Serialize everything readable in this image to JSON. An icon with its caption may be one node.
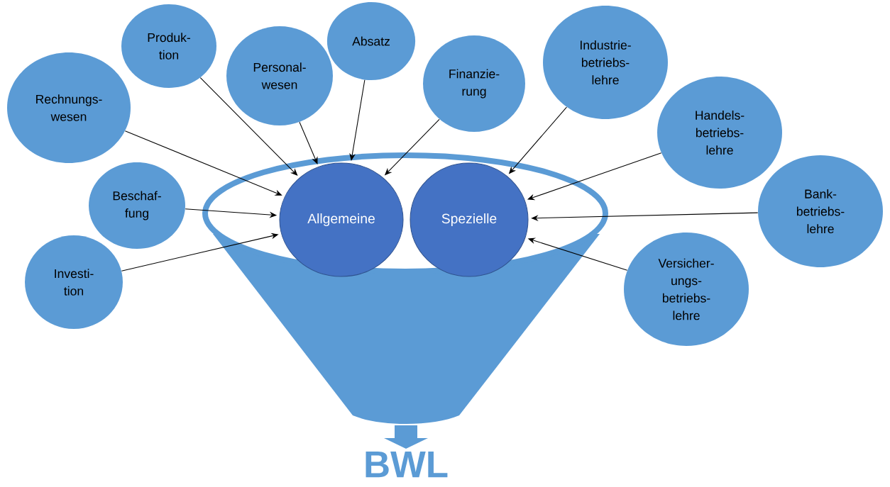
{
  "diagram": {
    "nodes": [
      {
        "text": [
          "Allgemeine"
        ]
      },
      {
        "text": [
          "Spezielle"
        ]
      },
      {
        "text": [
          "Rechnungs- wesen"
        ]
      },
      {
        "text": [
          "Produk- tion"
        ]
      },
      {
        "text": [
          "Personal- wesen"
        ]
      },
      {
        "text": [
          "Absatz"
        ]
      },
      {
        "text": [
          "Finanzie- rung"
        ]
      },
      {
        "text": [
          "Industrie- betriebs- lehre"
        ]
      },
      {
        "text": [
          "Handels- betriebs- lehre"
        ]
      },
      {
        "text": [
          "Beschaf- fung"
        ]
      },
      {
        "text": [
          "Bank- betriebs- lehre"
        ]
      },
      {
        "text": [
          "Investi- tion"
        ]
      },
      {
        "text": [
          "Versicher- ungs- betriebs- lehre"
        ]
      },
      {
        "text": [
          "BWL"
        ]
      }
    ],
    "edges": [
      {
        "from": 2,
        "to": 0,
        "arrow": "to"
      },
      {
        "from": 3,
        "to": 0,
        "arrow": "to"
      },
      {
        "from": 4,
        "to": 0,
        "arrow": "to"
      },
      {
        "from": 5,
        "to": 0,
        "arrow": "to"
      },
      {
        "from": 6,
        "to": 0,
        "arrow": "to"
      },
      {
        "from": 9,
        "to": 0,
        "arrow": "to"
      },
      {
        "from": 11,
        "to": 0,
        "arrow": "to"
      },
      {
        "from": 7,
        "to": 1,
        "arrow": "to"
      },
      {
        "from": 8,
        "to": 1,
        "arrow": "to"
      },
      {
        "from": 10,
        "to": 1,
        "arrow": "to"
      },
      {
        "from": 12,
        "to": 1,
        "arrow": "to"
      }
    ]
  }
}
